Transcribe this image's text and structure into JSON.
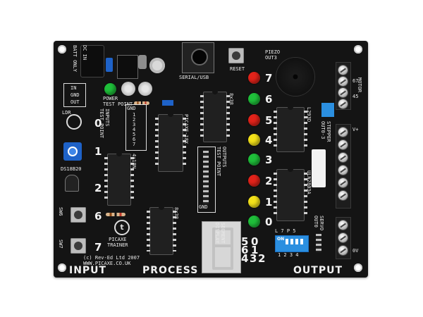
{
  "silk": {
    "dc_in": "DC IN",
    "batt_only": "BATT ONLY",
    "in": "IN",
    "gnd": "GND",
    "out": "OUT",
    "power_test_point": "POWER\nTEST POINT",
    "serial_usb": "SERIAL/USB",
    "reset": "RESET",
    "piezo": "PIEZO\nOUT3",
    "ldr": "LDR",
    "inputs_test_point": "INPUTS\nTEST POINT",
    "gnd_header": "GND",
    "chip_18x": "PICAXE-18X",
    "chip_4x18n": "4x18N",
    "chip_8x38": "8x38",
    "chip_8x38b": "8x38",
    "outputs_test_point": "OUTPUTS\nTEST POINT",
    "gnd_out": "GND",
    "ds18b20": "DS18B20",
    "sw6": "SW6",
    "sw7": "SW7",
    "picaxe_trainer": "PICAXE\nTRAINER",
    "seg_display": "SEGMENT\nDISPLAY",
    "copyright": "(c) Rev-Ed Ltd 2007\nWWW.PICAXE.CO.UK",
    "l293d": "L293D",
    "uln": "ULN2803A",
    "stepper": "STEPPER\nOUT0-3",
    "motor": "MOTOR",
    "servo": "SERVO\nOUT0",
    "dip_on": "ON",
    "dip_top": "L 7 P 5",
    "dip_nums": "1 2 3 4",
    "tp_nums": "1\n2\n3\n4\n5\n6\n7",
    "ov": "0V",
    "vplus": "V+",
    "motor_pins": "67\n45"
  },
  "nums": {
    "in0": "0",
    "in1": "1",
    "in2": "2",
    "in6": "6",
    "in7": "7",
    "out7": "7",
    "out6": "6",
    "out5": "5",
    "out4": "4",
    "out3": "3",
    "out2": "2",
    "out1": "1",
    "out0": "0",
    "seg_a": "5",
    "seg_b": "0",
    "seg_c": "6",
    "seg_d": "1",
    "seg_e": "4",
    "seg_f": "3",
    "seg_g": "2"
  },
  "headings": {
    "input": "INPUT",
    "process": "PROCESS",
    "output": "OUTPUT"
  },
  "colors": {
    "red_led": "#e2231a",
    "green_led": "#1fbf3a",
    "yellow_led": "#f4e21a",
    "blue_part": "#1e62c8",
    "dip_blue": "#2b8fe0"
  }
}
